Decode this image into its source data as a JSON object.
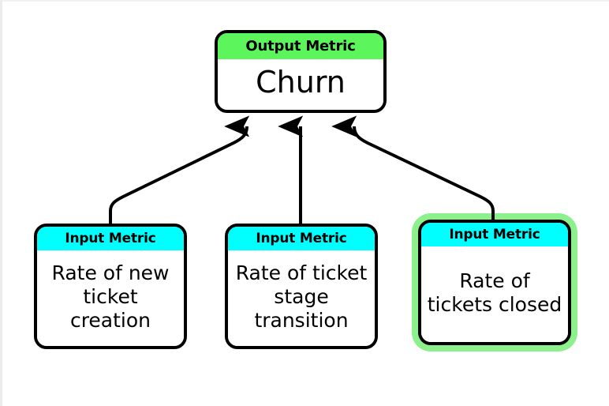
{
  "diagram": {
    "type": "metric-tree",
    "background_color": "#ffffff",
    "colors": {
      "output_header": "#5cf55c",
      "input_header": "#00ffff",
      "highlight_glow": "#8cf08c",
      "outline": "#000000",
      "node_body": "#ffffff"
    },
    "output_node": {
      "header": "Output Metric",
      "label": "Churn"
    },
    "input_nodes": [
      {
        "header": "Input Metric",
        "label": "Rate of new ticket creation",
        "lines": [
          "Rate of new",
          "ticket",
          "creation"
        ],
        "highlighted": false
      },
      {
        "header": "Input Metric",
        "label": "Rate of ticket stage transition",
        "lines": [
          "Rate of",
          "ticket stage",
          "transition"
        ],
        "highlighted": false
      },
      {
        "header": "Input Metric",
        "label": "Rate of tickets closed",
        "lines": [
          "Rate of",
          "tickets",
          "closed"
        ],
        "highlighted": true
      }
    ],
    "edges": [
      {
        "from": "Rate of new ticket creation",
        "to": "Churn",
        "arrow": "up"
      },
      {
        "from": "Rate of ticket stage transition",
        "to": "Churn",
        "arrow": "up"
      },
      {
        "from": "Rate of tickets closed",
        "to": "Churn",
        "arrow": "up"
      }
    ]
  }
}
